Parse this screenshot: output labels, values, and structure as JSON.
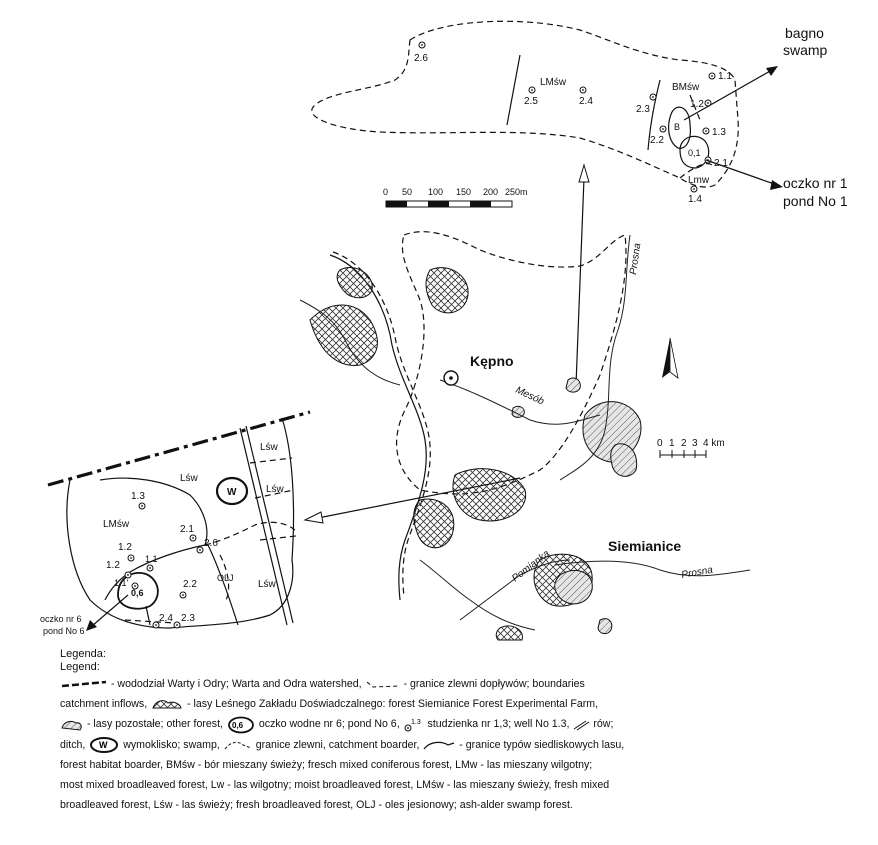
{
  "inset_top": {
    "zones": [
      "LMśw",
      "BMśw",
      "Lmw"
    ],
    "points": [
      "2.6",
      "2.5",
      "2.4",
      "2.3",
      "2.2",
      "1.1",
      "1.2",
      "1.3",
      "2.1",
      "1.4"
    ],
    "pond_label": "0,1",
    "swamp_mark": "B",
    "callouts": {
      "swamp_pl": "bagno",
      "swamp_en": "swamp",
      "pond_pl": "oczko nr 1",
      "pond_en": "pond No 1"
    },
    "scale": {
      "ticks": [
        "0",
        "50",
        "100",
        "150",
        "200",
        "250m"
      ]
    }
  },
  "main_map": {
    "towns": [
      "Kępno",
      "Siemianice"
    ],
    "rivers": [
      "Prosna",
      "Mesób",
      "Pomianka",
      "Prosna"
    ],
    "scale": {
      "ticks": [
        "0",
        "1",
        "2",
        "3",
        "4 km"
      ]
    }
  },
  "inset_left": {
    "zones": [
      "Lśw",
      "LMśw",
      "Lśw",
      "Lśw",
      "Lśw",
      "OLJ"
    ],
    "points": [
      "1.3",
      "2.1",
      "2.6",
      "1.2",
      "1.1",
      "1.2",
      "1.1'",
      "2.2",
      "2.4",
      "2.3"
    ],
    "pond_label": "0,6",
    "wet_mark": "W",
    "callout": {
      "pl": "oczko nr 6",
      "en": "pond No 6"
    }
  },
  "legend": {
    "title_pl": "Legenda:",
    "title_en": "Legend:",
    "lines": [
      [
        "- wododział Warty i Odry; Warta and Odra watershed,",
        "- granice zlewni dopływów; boundaries"
      ],
      [
        "catchment inflows,",
        "- lasy Leśnego Zakładu Doświadczalnego: forest Siemianice Forest Experimental Farm,"
      ],
      [
        "- lasy pozostałe; other forest,",
        "oczko wodne nr 6; pond No 6,",
        "studzienka nr 1,3; well No 1.3,",
        "rów;"
      ],
      [
        "ditch,",
        "wymoklisko; swamp,",
        "granice zlewni, catchment boarder,",
        "- granice typów siedliskowych lasu,"
      ],
      [
        "forest habitat boarder, BMśw - bór mieszany świeży; fresch mixed coniferous forest, LMw - las mieszany wilgotny;"
      ],
      [
        "most mixed broadleaved forest, Lw - las wilgotny; moist broadleaved forest, LMśw - las mieszany świeży, fresh mixed"
      ],
      [
        "broadleaved forest, Lśw - las świeży; fresh broadleaved forest, OLJ - oles jesionowy; ash-alder swamp forest."
      ]
    ],
    "sym_pond": "0,6",
    "sym_well": "1.3",
    "sym_swamp": "W"
  }
}
